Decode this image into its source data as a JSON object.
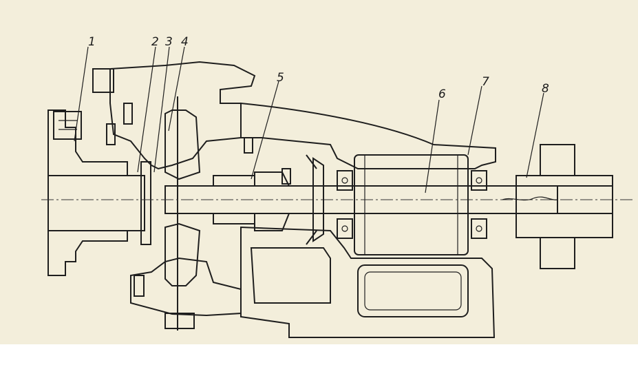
{
  "figure": {
    "callouts": [
      "1",
      "2",
      "3",
      "4",
      "5",
      "6",
      "7",
      "8"
    ]
  },
  "colors": {
    "paper": "#f3eedb",
    "ink": "#1e1e1e",
    "margin": "#ffffff"
  }
}
